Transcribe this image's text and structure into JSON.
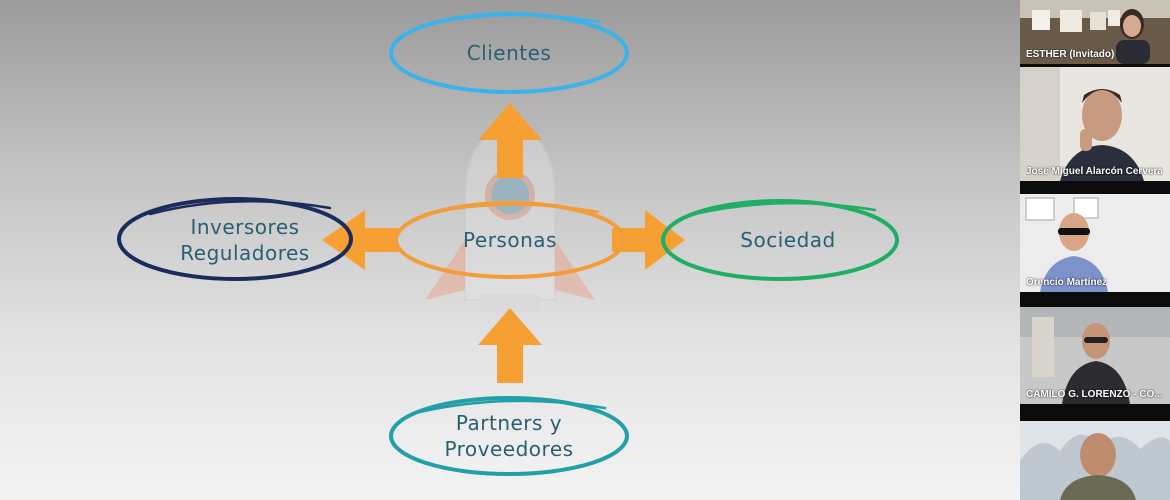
{
  "slide": {
    "center": {
      "label": "Personas",
      "color": "#f39c3a"
    },
    "nodes": {
      "top": {
        "label": "Clientes",
        "color": "#3ab3ea"
      },
      "left": {
        "label": "Inversores\nReguladores",
        "color": "#1b2c5c"
      },
      "right": {
        "label": "Sociedad",
        "color": "#1fae66"
      },
      "bottom": {
        "label": "Partners y\nProveedores",
        "color": "#22a0a8"
      }
    },
    "arrow_color": "#f6a033",
    "background_icon": "rocket-icon"
  },
  "participants": [
    {
      "name": "ESTHER (Invitado)"
    },
    {
      "name": "José Miguel Alarcón Cervera"
    },
    {
      "name": "Orencio Martínez"
    },
    {
      "name": "CAMILO G. LORENZO - CO..."
    },
    {
      "name": ""
    }
  ]
}
